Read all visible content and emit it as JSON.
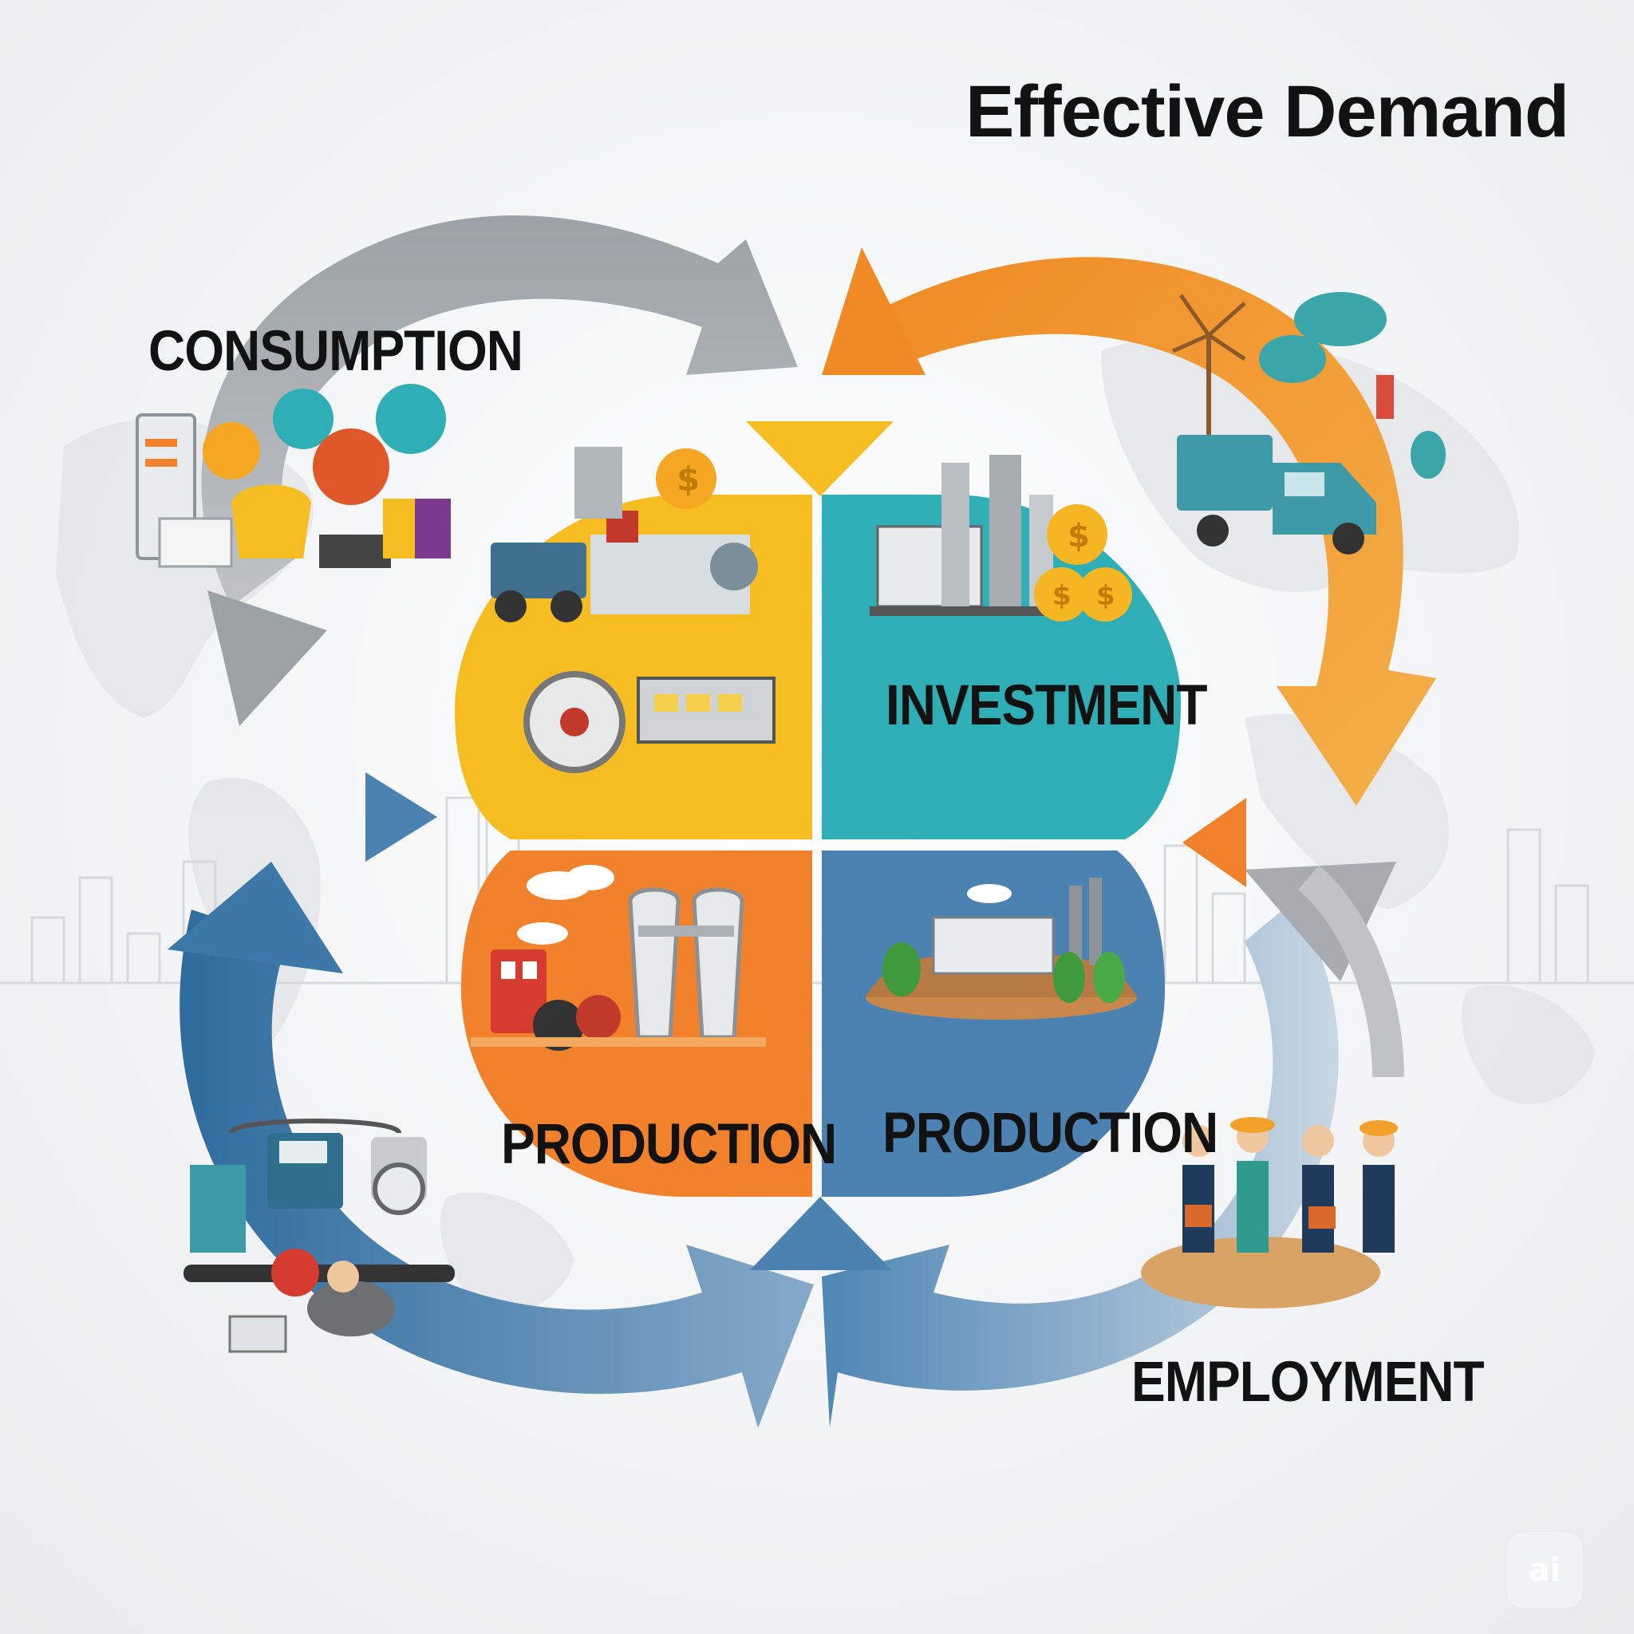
{
  "title": "Effective Demand",
  "labels": {
    "consumption": "CONSUMPTION",
    "investment": "INVESTMENT",
    "production_left": "PRODUCTION",
    "production_right": "PRODUCTION",
    "employment": "EMPLOYMENT"
  },
  "watermark": "ai",
  "colors": {
    "yellow": "#F6BD23",
    "teal": "#2FAEB5",
    "orange": "#F2812C",
    "blue": "#4B82B1",
    "gray_arrow": "#A4A8AC",
    "orange_arrow": "#F2A12A",
    "blue_arrow": "#3E78A8"
  },
  "icons": [
    "consumer-goods-icon",
    "industry-machines-icon",
    "factory-coins-icon",
    "wind-turbine-van-icon",
    "power-plant-icon",
    "green-factory-icon",
    "workers-group-icon",
    "office-equipment-icon"
  ]
}
